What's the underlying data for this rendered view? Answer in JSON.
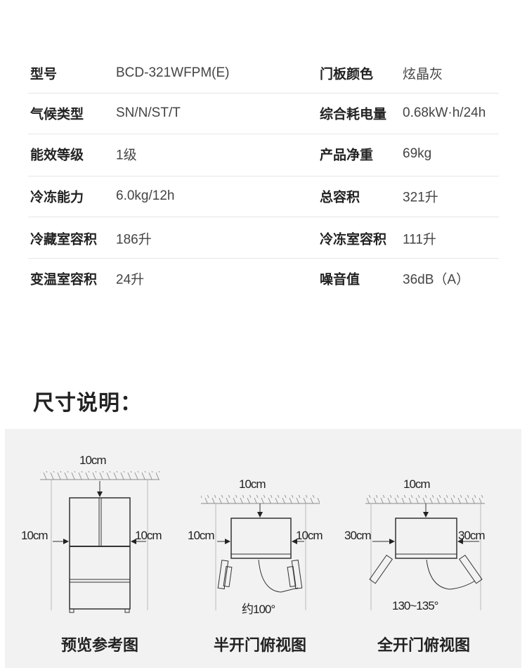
{
  "specs": [
    {
      "l1": "型号",
      "v1": "BCD-321WFPM(E)",
      "l2": "门板颜色",
      "v2": "炫晶灰"
    },
    {
      "l1": "气候类型",
      "v1": "SN/N/ST/T",
      "l2": "综合耗电量",
      "v2": "0.68kW·h/24h"
    },
    {
      "l1": "能效等级",
      "v1": "1级",
      "l2": "产品净重",
      "v2": "69kg"
    },
    {
      "l1": "冷冻能力",
      "v1": "6.0kg/12h",
      "l2": "总容积",
      "v2": "321升"
    },
    {
      "l1": "冷藏室容积",
      "v1": "186升",
      "l2": "冷冻室容积",
      "v2": "111升"
    },
    {
      "l1": "变温室容积",
      "v1": "24升",
      "l2": "噪音值",
      "v2": "36dB（A）"
    }
  ],
  "section_title": "尺寸说明：",
  "diagrams": [
    {
      "caption": "预览参考图",
      "top": "10cm",
      "left": "10cm",
      "right": "10cm"
    },
    {
      "caption": "半开门俯视图",
      "top": "10cm",
      "left": "10cm",
      "right": "10cm",
      "angle": "约100°"
    },
    {
      "caption": "全开门俯视图",
      "top": "10cm",
      "left": "30cm",
      "right": "30cm",
      "angle": "130~135°"
    }
  ]
}
